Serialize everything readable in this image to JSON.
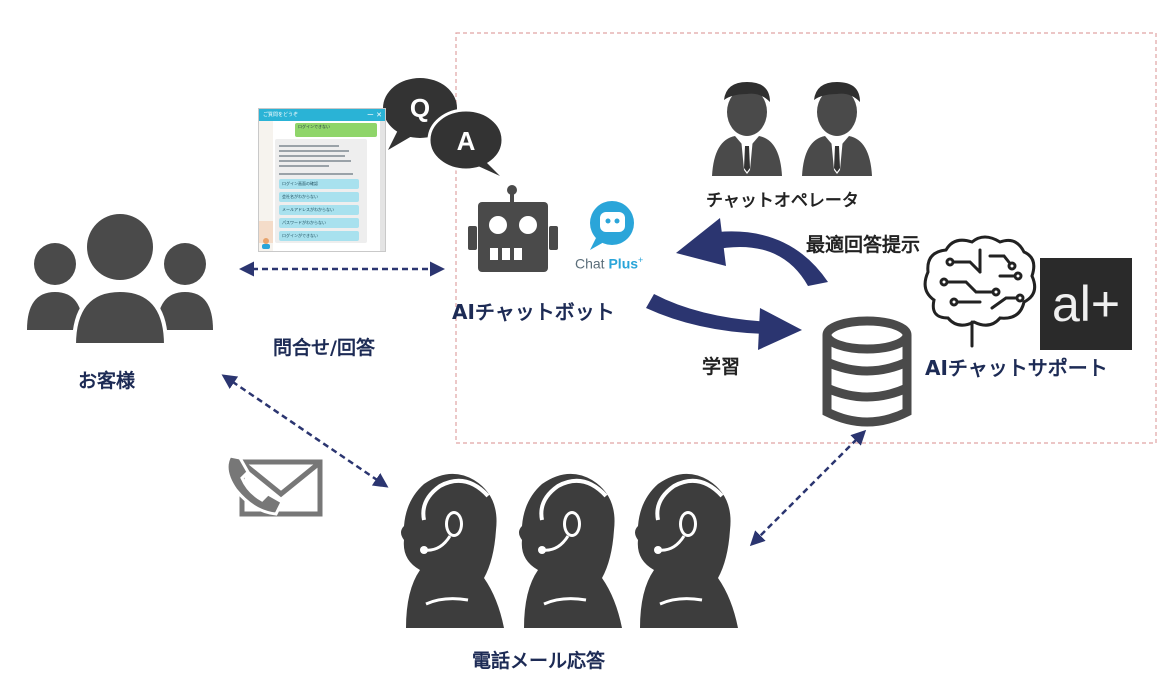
{
  "labels": {
    "customer": "お客様",
    "inquiry_answer": "問合せ/回答",
    "ai_chatbot": "AIチャットボット",
    "chat_operator": "チャットオペレータ",
    "optimal_answer": "最適回答提示",
    "learning": "学習",
    "ai_chat_support": "AIチャットサポート",
    "phone_mail": "電話メール応答"
  },
  "qa_bubbles": {
    "q": "Q",
    "a": "A"
  },
  "chatplus": {
    "name": "Chat",
    "plus": "Plus",
    "sup": "+"
  },
  "aplus_logo": "al+",
  "chat_window": {
    "title": "ご質問をどうぞ",
    "controls": "ー ✕",
    "user_message": "ログインできない",
    "options": [
      "ログイン画面の確認",
      "会社名がわからない",
      "メールアドレスがわからない",
      "パスワードがわからない",
      "ログインができない"
    ]
  },
  "colors": {
    "icon_dark": "#4a4a4a",
    "navy": "#2b3570",
    "label": "#1d2b55",
    "dashed_box": "#e0a3a3",
    "chatplus_blue": "#2aa5d9"
  },
  "icons": [
    "customer-group-icon",
    "qa-bubbles-icon",
    "robot-icon",
    "chatplus-logo",
    "operator-icon",
    "brain-circuit-icon",
    "aplus-logo",
    "database-icon",
    "phone-mail-icon",
    "headset-agent-icon"
  ]
}
